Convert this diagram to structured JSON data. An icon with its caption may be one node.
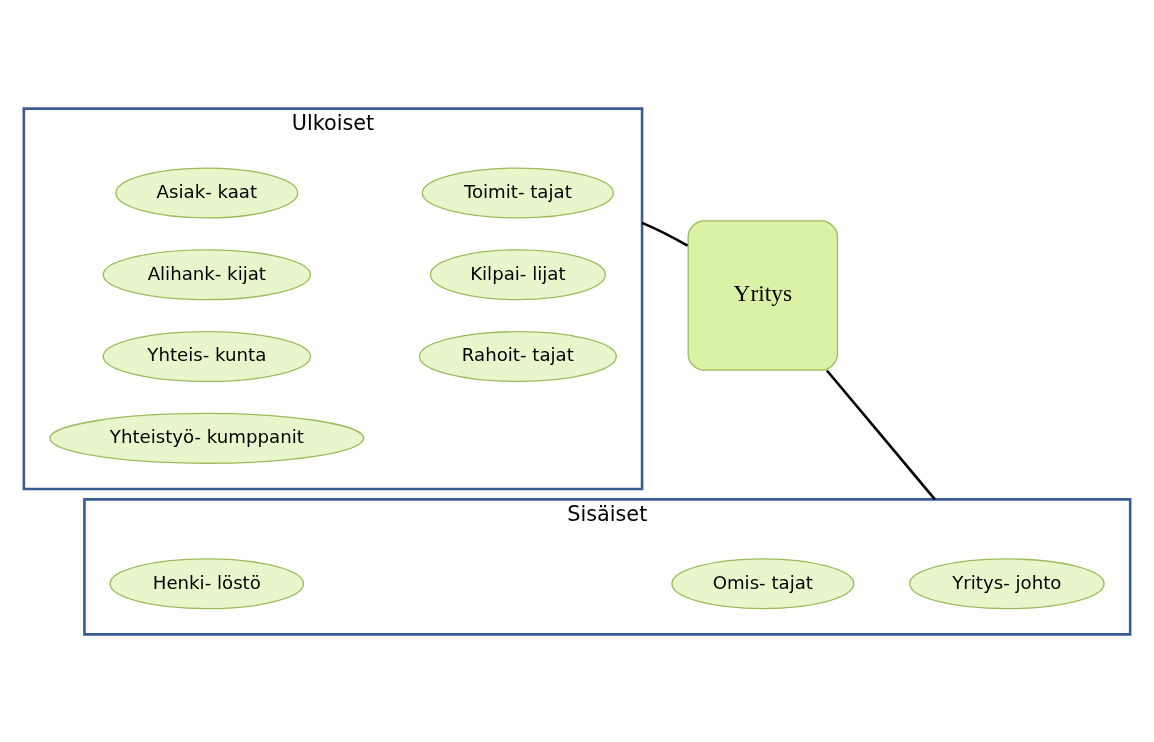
{
  "diagram": {
    "nodes": [
      {
        "text": [
          "Ulkoiset"
        ]
      },
      {
        "text": [
          "Asiak- kaat"
        ],
        "in": 0
      },
      {
        "text": [
          "Toimit- tajat"
        ],
        "in": 0
      },
      {
        "text": [
          "Alihank- kijat"
        ],
        "in": 0
      },
      {
        "text": [
          "Kilpai- lijat"
        ],
        "in": 0
      },
      {
        "text": [
          "Yhteis- kunta"
        ],
        "in": 0
      },
      {
        "text": [
          "Rahoit- tajat"
        ],
        "in": 0
      },
      {
        "text": [
          "Yhteistyö- kumppanit"
        ],
        "in": 0
      },
      {
        "text": [
          "Yritys"
        ]
      },
      {
        "text": [
          "Sisäiset"
        ]
      },
      {
        "text": [
          "Omis- tajat"
        ],
        "in": 9
      },
      {
        "text": [
          "Yritys- johto"
        ],
        "in": 9
      },
      {
        "text": [
          "Henki- löstö"
        ],
        "in": 9
      }
    ],
    "edges": [
      {
        "from": 0,
        "to": 8,
        "arrow": "none"
      },
      {
        "from": 8,
        "to": 9,
        "arrow": "none"
      }
    ]
  }
}
